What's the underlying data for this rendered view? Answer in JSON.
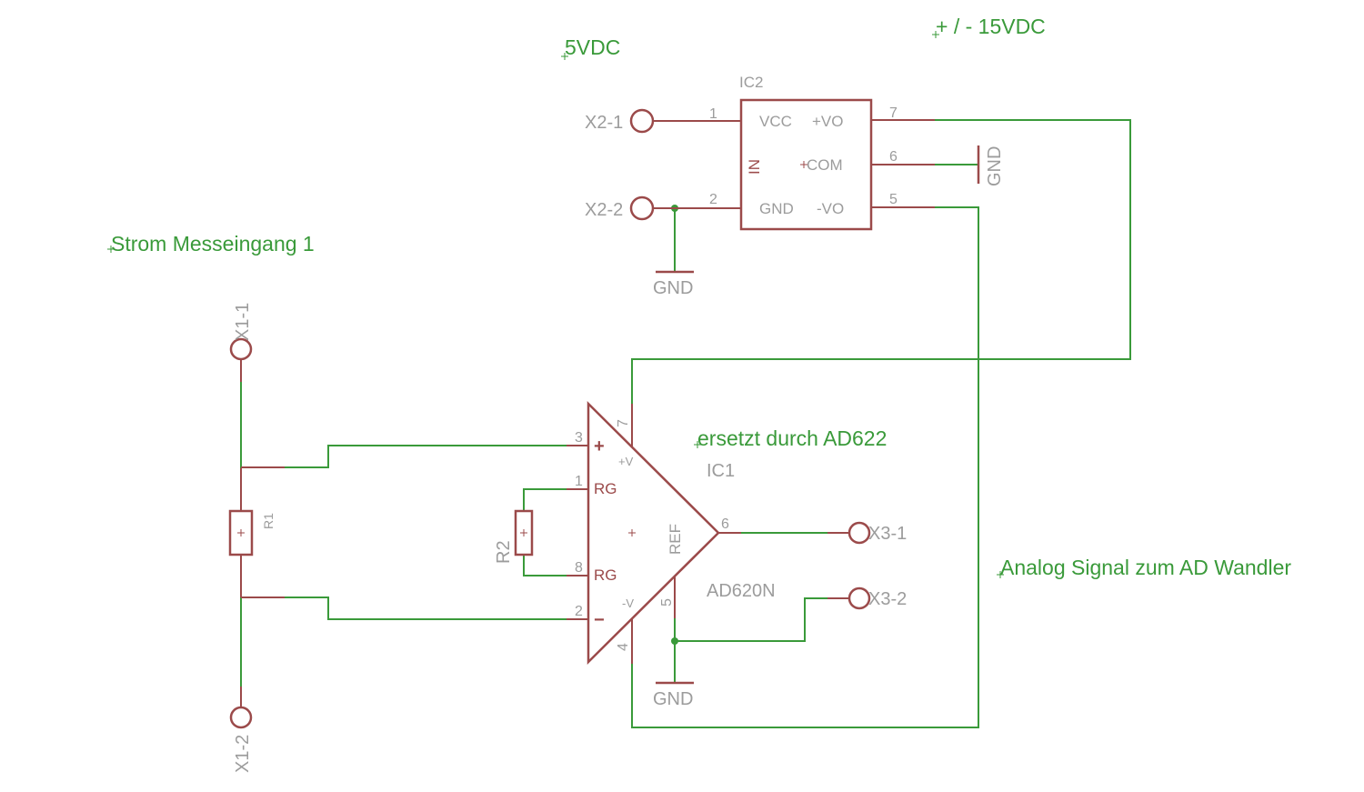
{
  "notes": {
    "v5": "5VDC",
    "v15": "+ / - 15VDC",
    "strom": "Strom Messeingang 1",
    "ersetzt": "ersetzt durch AD622",
    "analog": "Analog Signal zum AD Wandler"
  },
  "ic2": {
    "name": "IC2",
    "vcc": "VCC",
    "gnd": "GND",
    "pvo": "+VO",
    "com": "COM",
    "nvo": "-VO",
    "in": "IN",
    "pins": {
      "p1": "1",
      "p2": "2",
      "p5": "5",
      "p6": "6",
      "p7": "7"
    }
  },
  "ic1": {
    "name": "IC1",
    "value": "AD620N",
    "rg1": "RG",
    "rg2": "RG",
    "ref": "REF",
    "pv": "+V",
    "nv": "-V",
    "plus": "+",
    "minus": "−",
    "pins": {
      "p1": "1",
      "p2": "2",
      "p3": "3",
      "p4": "4",
      "p5": "5",
      "p6": "6",
      "p7": "7",
      "p8": "8"
    }
  },
  "connectors": {
    "x2_1": "X2-1",
    "x2_2": "X2-2",
    "x1_1": "X1-1",
    "x1_2": "X1-2",
    "x3_1": "X3-1",
    "x3_2": "X3-2"
  },
  "gnd": {
    "g1": "GND",
    "g2": "GND",
    "g3": "GND"
  },
  "resistors": {
    "r1": "R1",
    "r2": "R2"
  }
}
